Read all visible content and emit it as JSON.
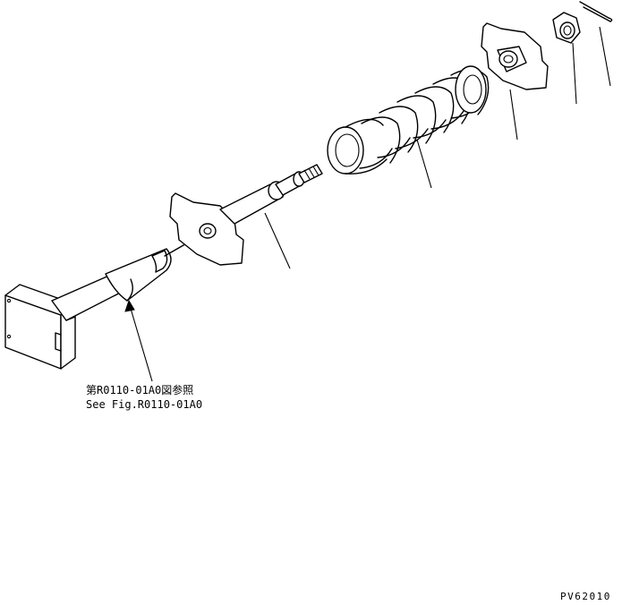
{
  "reference": {
    "jp": "第R0110-01A0図参照",
    "en": "See Fig.R0110-01A0"
  },
  "figure_code": "PV62010"
}
